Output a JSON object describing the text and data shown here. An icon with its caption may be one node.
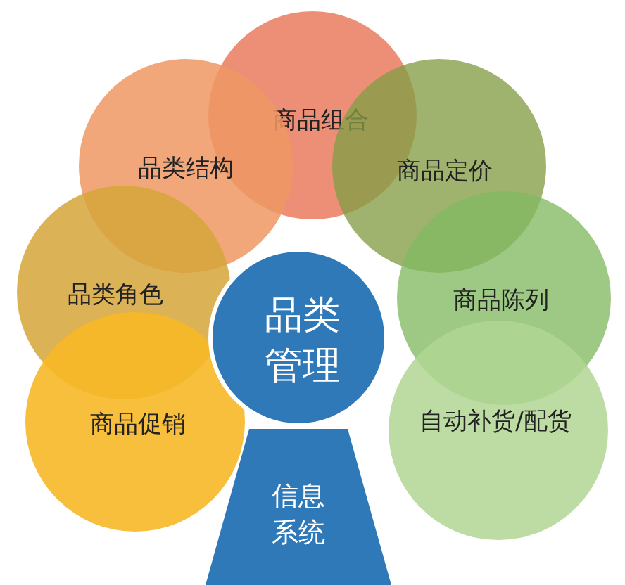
{
  "diagram": {
    "nodes": [
      {
        "text": [
          "商品组合"
        ]
      },
      {
        "text": [
          "品类结构"
        ]
      },
      {
        "text": [
          "商品定价"
        ]
      },
      {
        "text": [
          "品类角色"
        ]
      },
      {
        "text": [
          "品类管理"
        ]
      },
      {
        "text": [
          "商品陈列"
        ]
      },
      {
        "text": [
          "自动补货/配货"
        ]
      },
      {
        "text": [
          "商品促销"
        ]
      },
      {
        "text": [
          "信息系统"
        ]
      }
    ]
  }
}
